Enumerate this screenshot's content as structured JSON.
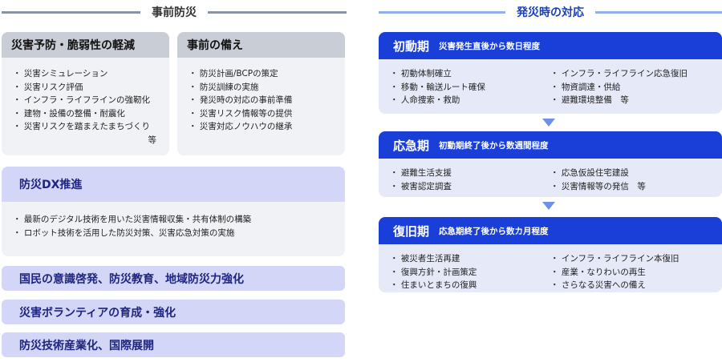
{
  "prevention": {
    "title": "事前防災",
    "reduce": {
      "title": "災害予防・脆弱性の軽減",
      "items": [
        "災害シミュレーション",
        "災害リスク評価",
        "インフラ・ライフラインの強靭化",
        "建物・設備の整備・耐震化",
        "災害リスクを踏まえたまちづくり"
      ],
      "trailing": "等"
    },
    "prep": {
      "title": "事前の備え",
      "items": [
        "防災計画/BCPの策定",
        "防災訓練の実施",
        "発災時の対応の事前準備",
        "災害リスク情報等の提供",
        "災害対応ノウハウの継承"
      ]
    },
    "dx": {
      "title": "防災DX推進",
      "items": [
        "最新のデジタル技術を用いた災害情報収集・共有体制の構築",
        "ロボット技術を活用した防災対策、災害応急対策の実施"
      ]
    },
    "banners": [
      "国民の意識啓発、防災教育、地域防災力強化",
      "災害ボランティアの育成・強化",
      "防災技術産業化、国際展開"
    ]
  },
  "response": {
    "title": "発災時の対応",
    "phases": [
      {
        "name": "初動期",
        "desc": "災害発生直後から数日程度",
        "left": [
          "初動体制確立",
          "移動・輸送ルート確保",
          "人命捜索・救助"
        ],
        "right": [
          "インフラ・ライフライン応急復旧",
          "物資調達・供給",
          "避難環境整備　等"
        ]
      },
      {
        "name": "応急期",
        "desc": "初動期終了後から数週間程度",
        "left": [
          "避難生活支援",
          "被害認定調査"
        ],
        "right": [
          "応急仮設住宅建設",
          "災害情報等の発信　等"
        ]
      },
      {
        "name": "復旧期",
        "desc": "応急期終了後から数カ月程度",
        "left": [
          "被災者生活再建",
          "復興方針・計画策定",
          "住まいとまちの復興"
        ],
        "right": [
          "インフラ・ライフライン本復旧",
          "産業・なりわいの再生",
          "さらなる災害への備え"
        ]
      }
    ]
  }
}
